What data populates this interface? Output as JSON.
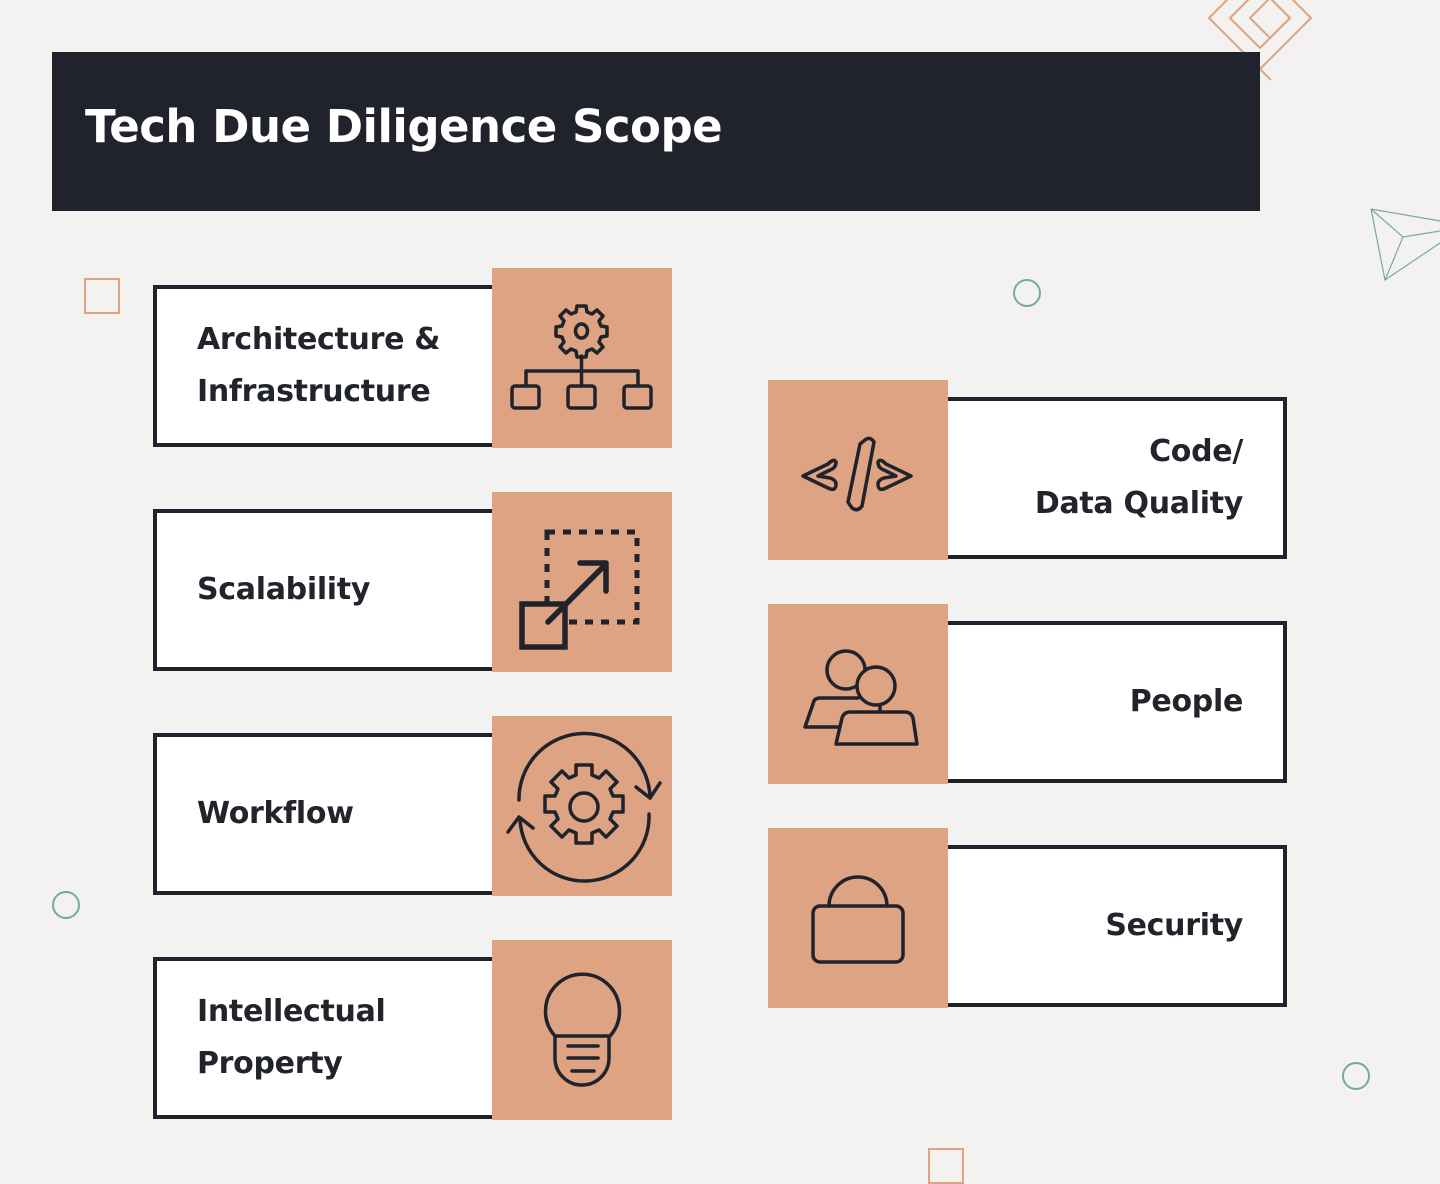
{
  "title": "Tech Due Diligence Scope",
  "colors": {
    "background": "#f3f2f0",
    "header": "#20232b",
    "accent": "#dda382",
    "teal": "#77ab99",
    "text": "#21242b"
  },
  "left_items": [
    {
      "label_line1": "Architecture &",
      "label_line2": "Infrastructure",
      "icon": "gear-hierarchy-icon"
    },
    {
      "label_line1": "Scalability",
      "label_line2": "",
      "icon": "scale-up-arrow-icon"
    },
    {
      "label_line1": "Workflow",
      "label_line2": "",
      "icon": "gear-cycle-icon"
    },
    {
      "label_line1": "Intellectual",
      "label_line2": "Property",
      "icon": "lightbulb-icon"
    }
  ],
  "right_items": [
    {
      "label_line1": "Code/",
      "label_line2": "Data Quality",
      "icon": "code-icon"
    },
    {
      "label_line1": "People",
      "label_line2": "",
      "icon": "people-icon"
    },
    {
      "label_line1": "Security",
      "label_line2": "",
      "icon": "lock-icon"
    }
  ]
}
